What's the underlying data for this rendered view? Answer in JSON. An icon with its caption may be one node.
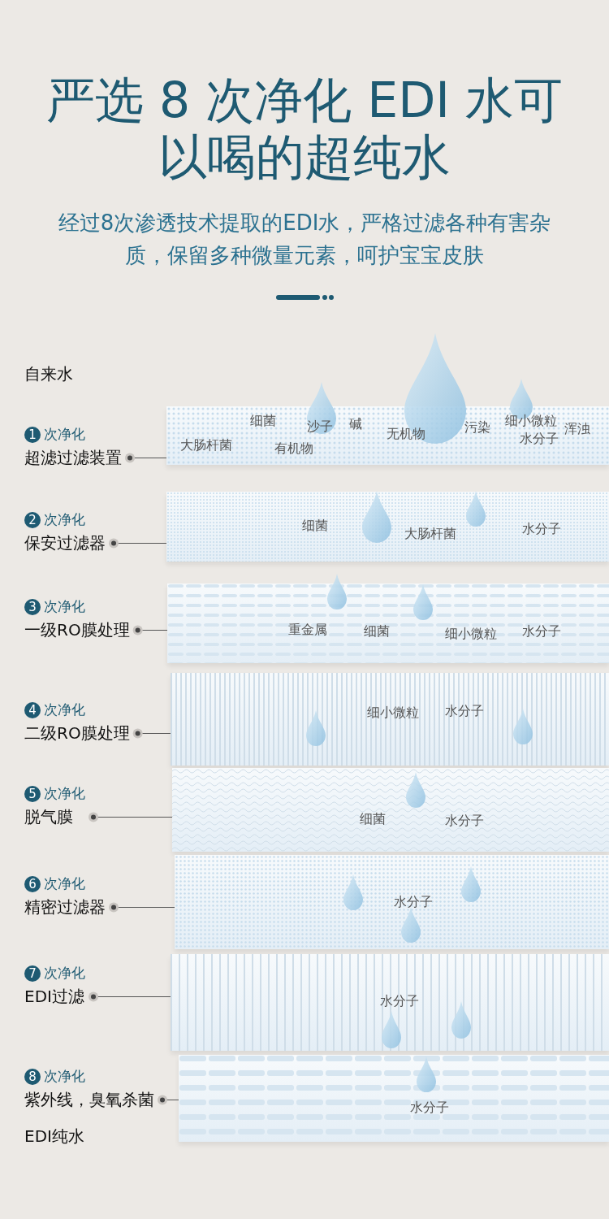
{
  "diagram": {
    "title": "严选 8 次净化 EDI 水可以喝的超纯水",
    "caption": "经过8次渗透技术提取的EDI水，严格过滤各种有害杂质，保留多种微量元素，呵护宝宝皮肤",
    "nodes": [
      {
        "text": [
          "1",
          "次净化",
          "超滤过滤装置"
        ]
      },
      {
        "text": [
          "细菌",
          "沙子",
          "碱",
          "无机物",
          "污染",
          "细小微粒",
          "水分子",
          "浑浊",
          "大肠杆菌",
          "有机物"
        ]
      },
      {
        "text": [
          "2",
          "次净化",
          "保安过滤器"
        ]
      },
      {
        "text": [
          "细菌",
          "大肠杆菌",
          "水分子"
        ]
      },
      {
        "text": [
          "3",
          "次净化",
          "一级RO膜处理"
        ]
      },
      {
        "text": [
          "重金属",
          "细菌",
          "细小微粒",
          "水分子"
        ]
      },
      {
        "text": [
          "4",
          "次净化",
          "二级RO膜处理"
        ]
      },
      {
        "text": [
          "细小微粒",
          "水分子"
        ]
      },
      {
        "text": [
          "5",
          "次净化",
          "脱气膜"
        ]
      },
      {
        "text": [
          "细菌",
          "水分子"
        ]
      },
      {
        "text": [
          "6",
          "次净化",
          "精密过滤器"
        ]
      },
      {
        "text": [
          "水分子"
        ]
      },
      {
        "text": [
          "7",
          "次净化",
          "EDI过滤"
        ]
      },
      {
        "text": [
          "水分子"
        ]
      },
      {
        "text": [
          "8",
          "次净化",
          "紫外线，臭氧杀菌"
        ]
      },
      {
        "text": [
          "水分子"
        ]
      }
    ],
    "edges": [
      {
        "from": 0,
        "to": 1,
        "arrow": "other"
      },
      {
        "from": 2,
        "to": 3,
        "arrow": "other"
      },
      {
        "from": 4,
        "to": 5,
        "arrow": "other"
      },
      {
        "from": 6,
        "to": 7,
        "arrow": "other"
      },
      {
        "from": 8,
        "to": 9,
        "arrow": "other"
      },
      {
        "from": 10,
        "to": 11,
        "arrow": "other"
      },
      {
        "from": 12,
        "to": 13,
        "arrow": "other"
      },
      {
        "from": 14,
        "to": 15,
        "arrow": "other"
      }
    ],
    "labels": [
      "自来水",
      "EDI纯水"
    ]
  }
}
